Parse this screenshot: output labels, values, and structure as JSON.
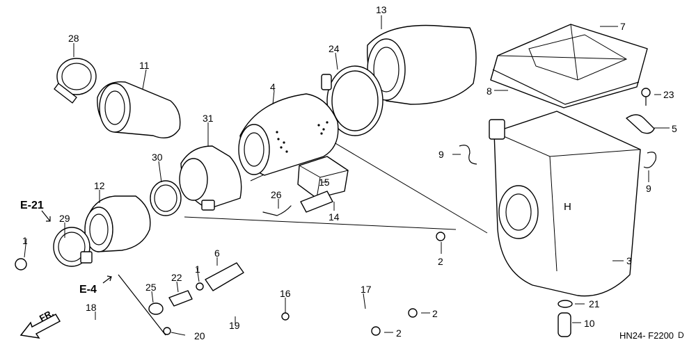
{
  "diagram": {
    "code": "HN24- F2200",
    "code_suffix": "D",
    "section_refs": [
      "E-21",
      "E-4"
    ],
    "direction": "FR.",
    "callouts": [
      "1",
      "1",
      "2",
      "2",
      "2",
      "3",
      "4",
      "5",
      "6",
      "7",
      "8",
      "9",
      "9",
      "10",
      "11",
      "12",
      "13",
      "14",
      "15",
      "16",
      "17",
      "18",
      "19",
      "20",
      "21",
      "22",
      "23",
      "24",
      "25",
      "26",
      "28",
      "29",
      "30",
      "31"
    ],
    "box_letter": "H"
  }
}
